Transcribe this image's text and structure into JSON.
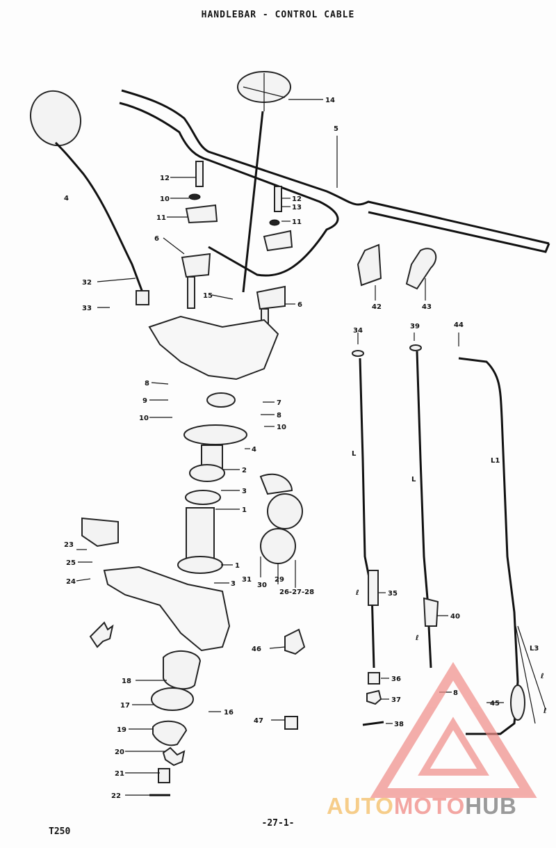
{
  "title": "HANDLEBAR - CONTROL CABLE",
  "model": "T250",
  "page_number": "-27-1-",
  "watermark": {
    "part1": "AUTO",
    "part2": "MOTO",
    "part3": "HUB",
    "color_auto": "#f6cd8a",
    "color_moto": "#f3a6a2",
    "color_hub": "#9a9a9a"
  },
  "callouts": {
    "c14": "14",
    "c5": "5",
    "c4a": "4",
    "c12a": "12",
    "c10a": "10",
    "c11a": "11",
    "c6a": "6",
    "c12b": "12",
    "c13": "13",
    "c11b": "11",
    "c32": "32",
    "c33": "33",
    "c15": "15",
    "c6b": "6",
    "c42": "42",
    "c43": "43",
    "c8a": "8",
    "c9a": "9",
    "c10b": "10",
    "c7": "7",
    "c8b": "8",
    "c10c": "10",
    "c4b": "4",
    "c2a": "2",
    "c3a": "3",
    "c1a": "1",
    "c23": "23",
    "c25": "25",
    "c24": "24",
    "c1b": "1",
    "c3b": "3",
    "c31": "31",
    "c30": "30",
    "c29": "29",
    "c26": "26-27-28",
    "c34": "34",
    "c39": "39",
    "c44": "44",
    "c35": "35",
    "c40": "40",
    "c45": "45",
    "c46": "46",
    "c47": "47",
    "c18": "18",
    "c17": "17",
    "c16": "16",
    "c19": "19",
    "c20": "20",
    "c21": "21",
    "c22": "22",
    "c36": "36",
    "c37": "37",
    "c38": "38",
    "c8c": "8",
    "L": "L",
    "L2": "L",
    "L1": "L1",
    "l": "ℓ",
    "l2": "ℓ",
    "l3": "L3",
    "l4": "ℓ",
    "l5": "ℓ"
  }
}
